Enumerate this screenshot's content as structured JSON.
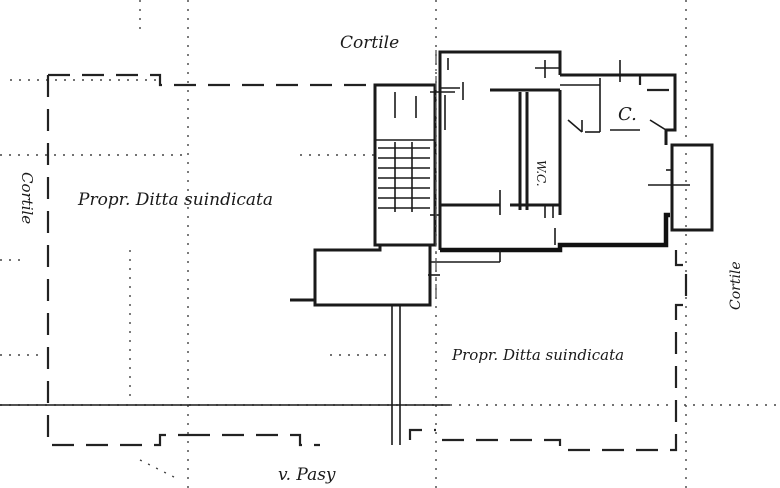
{
  "labels": {
    "cortile_top": "Cortile",
    "cortile_left": "Cortile",
    "cortile_right": "Cortile",
    "prop_left": "Propr. Ditta suindicata",
    "prop_bottom": "Propr. Ditta suindicata",
    "room_c": "C.",
    "room_wc": "W.C.",
    "street": "v. Pasy"
  },
  "colors": {
    "ink": "#1a1a1a",
    "paper": "#ffffff"
  }
}
